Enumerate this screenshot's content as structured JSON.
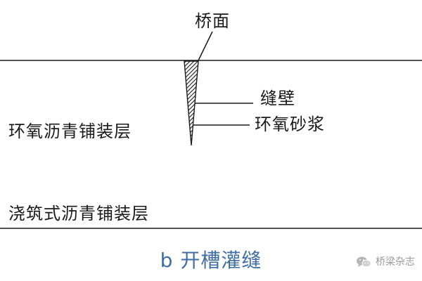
{
  "labels": {
    "bridge_deck": "桥面",
    "seam_wall": "缝壁",
    "epoxy_mortar": "环氧砂浆",
    "epoxy_asphalt_layer": "环氧沥青铺装层",
    "poured_asphalt_layer": "浇筑式沥青铺装层"
  },
  "caption": "b 开槽灌缝",
  "watermark": {
    "text": "桥梁杂志",
    "icon": "wechat-icon"
  },
  "colors": {
    "line": "#1a1a1a",
    "caption": "#3f6ea6",
    "watermark": "#9a9a9a"
  }
}
